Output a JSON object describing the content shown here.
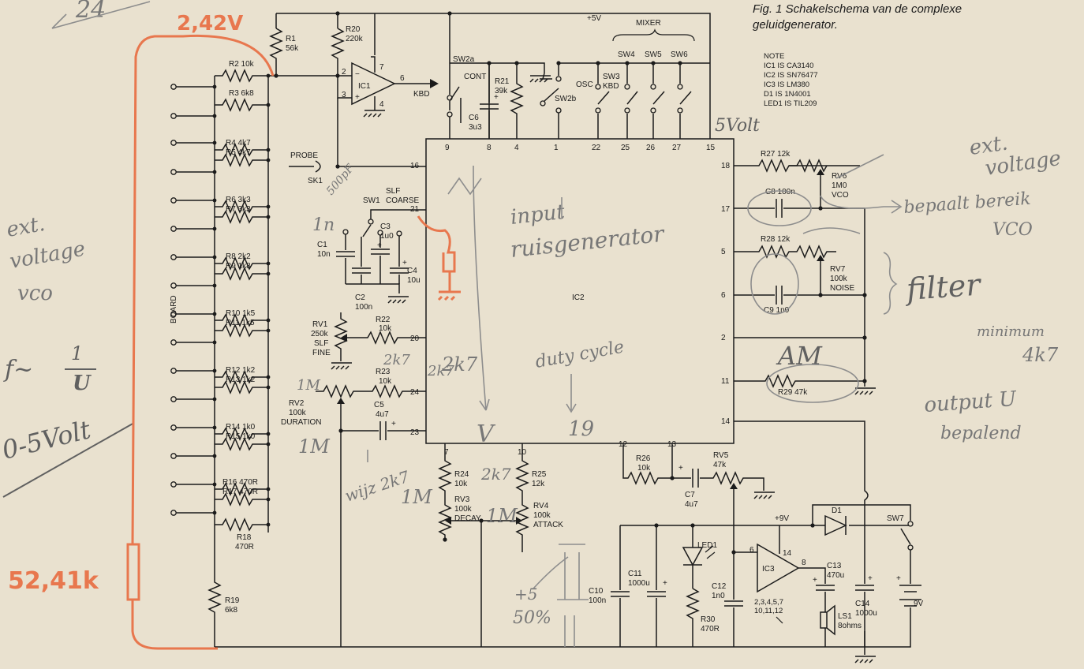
{
  "caption": {
    "line1": "Fig. 1 Schakelschema van de complexe",
    "line2": "geluidgenerator."
  },
  "note": {
    "title": "NOTE",
    "lines": [
      "IC1 IS CA3140",
      "IC2 IS SN76477",
      "IC3 IS LM380",
      "D1 IS 1N4001",
      "LED1 IS TIL209"
    ]
  },
  "supply": {
    "plus5v": "+5V",
    "plus9v": "+9V",
    "battery": "9V"
  },
  "mixer": {
    "label": "MIXER",
    "sw4": "SW4",
    "sw5": "SW5",
    "sw6": "SW6"
  },
  "switches": {
    "sw2a": "SW2a",
    "sw2b": "SW2b",
    "cont": "CONT",
    "osc": "OSC",
    "sw3": "SW3",
    "kbd_sw": "KBD",
    "sw1": "SW1",
    "slf": "SLF",
    "coarse": "COARSE",
    "sw7": "SW7"
  },
  "ic": {
    "ic1": "IC1",
    "ic2": "IC2",
    "ic3": "IC3",
    "kbd_out": "KBD",
    "probe": "PROBE",
    "sk1": "SK1",
    "keyboard": "BOARD"
  },
  "resistors": {
    "r1": [
      "R1",
      "56k"
    ],
    "r20": [
      "R20",
      "220k"
    ],
    "r2": "R2 10k",
    "r3": "R3 6k8",
    "r4": "R4 4k7",
    "r5": "R5 4k7",
    "r6": "R6 3k3",
    "r7": "R7 3k3",
    "r8": "R8 2k2",
    "r9": "R9 1k8",
    "r10": "R10 1k5",
    "r11": "R11 1k5",
    "r12": "R12 1k2",
    "r13": "R13 1k2",
    "r14": "R14 1k0",
    "r15": "R15 1k0",
    "r16": "R16 470R",
    "r17": "R17 470R",
    "r18": [
      "R18",
      "470R"
    ],
    "r19": [
      "R19",
      "6k8"
    ],
    "r21": [
      "R21",
      "39k"
    ],
    "r22": [
      "R22",
      "10k"
    ],
    "r23": [
      "R23",
      "10k"
    ],
    "r24": [
      "R24",
      "10k"
    ],
    "r25": [
      "R25",
      "12k"
    ],
    "r26": [
      "R26",
      "10k"
    ],
    "r27": "R27 12k",
    "r28": "R28 12k",
    "r29": "R29 47k",
    "r30": [
      "R30",
      "470R"
    ]
  },
  "pots": {
    "rv1": [
      "RV1",
      "250k",
      "SLF",
      "FINE"
    ],
    "rv2": [
      "RV2",
      "100k",
      "DURATION"
    ],
    "rv3": [
      "RV3",
      "100k",
      "DECAY"
    ],
    "rv4": [
      "RV4",
      "100k",
      "ATTACK"
    ],
    "rv5": [
      "RV5",
      "47k"
    ],
    "rv6": [
      "RV6",
      "1M0",
      "VCO"
    ],
    "rv7": [
      "RV7",
      "100k",
      "NOISE"
    ]
  },
  "caps": {
    "c1": [
      "C1",
      "10n"
    ],
    "c2": [
      "C2",
      "100n"
    ],
    "c3": [
      "C3",
      "1u0"
    ],
    "c4": [
      "C4",
      "10u"
    ],
    "c5": [
      "C5",
      "4u7"
    ],
    "c6": [
      "C6",
      "3u3"
    ],
    "c7": [
      "C7",
      "4u7"
    ],
    "c8": "C8 100n",
    "c9": "C9 1n0",
    "c10": [
      "C10",
      "100n"
    ],
    "c11": [
      "C11",
      "1000u"
    ],
    "c12": [
      "C12",
      "1n0"
    ],
    "c13": [
      "C13",
      "470u"
    ],
    "c14": [
      "C14",
      "1000u"
    ]
  },
  "other": {
    "d1": "D1",
    "led1": "LED1",
    "ls1": [
      "LS1",
      "8ohms"
    ],
    "ic3pins": [
      "2,3,4,5,7",
      "10,11,12"
    ]
  },
  "pins": {
    "ic1": [
      "2",
      "3",
      "7",
      "6",
      "4"
    ],
    "top": [
      "9",
      "8",
      "4",
      "1",
      "22",
      "25",
      "26",
      "27",
      "15"
    ],
    "left": [
      "16",
      "21",
      "20",
      "24",
      "23"
    ],
    "right": [
      "18",
      "17",
      "5",
      "6",
      "2",
      "11",
      "14"
    ],
    "bottom": [
      "7",
      "10",
      "12",
      "13"
    ],
    "ic3": [
      "6",
      "14",
      "8"
    ]
  },
  "handwriting": {
    "top_left": "24",
    "voltage": "2,42V",
    "resistance": "52,41k",
    "ext_voltage_vco": [
      "ext.",
      "voltage",
      "vco"
    ],
    "formula": [
      "f~",
      "1",
      "U"
    ],
    "range": "0-5Volt",
    "ext_voltage_right": [
      "ext.",
      "voltage"
    ],
    "bepaalt": [
      "bepaalt bereik",
      "VCO"
    ],
    "filter": "filter",
    "minimum": [
      "minimum",
      "4k7"
    ],
    "am": "AM",
    "output": [
      "output U",
      "bepalend"
    ],
    "five_volt": "5Volt",
    "input": [
      "input",
      "ruisgenerator"
    ],
    "duty": "duty cycle",
    "nineteen": "19",
    "twok7": [
      "2k7",
      "2k7",
      "2k7",
      "2k7"
    ],
    "onem": [
      "1M",
      "1M",
      "1M",
      "1M"
    ],
    "cap_notes": [
      "1n",
      "500pF"
    ],
    "wijzig": "wijz 2k7",
    "fifty": "50%",
    "plus5": "+5",
    "v": "V"
  }
}
